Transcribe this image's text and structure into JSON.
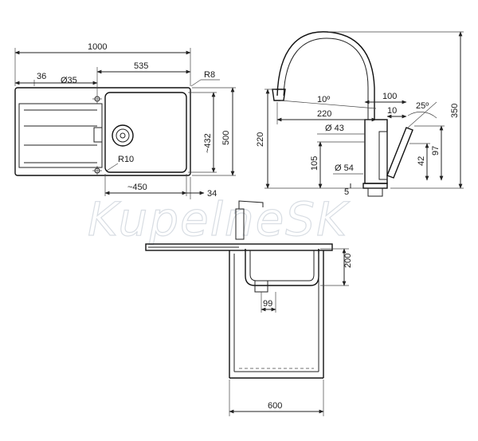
{
  "watermark": "KupelneSK",
  "sink_top": {
    "width_total": "1000",
    "bowl_width": "535",
    "offset_36": "36",
    "hole_diameter": "Ø35",
    "corner_radius_outer": "R8",
    "corner_radius_inner": "R10",
    "depth_total": "500",
    "bowl_depth": "~432",
    "bowl_inner_width": "~450",
    "offset_34": "34"
  },
  "faucet": {
    "height_total": "350",
    "spout_height": "220",
    "reach": "220",
    "angle_spout": "10º",
    "dim_100": "100",
    "dim_10": "10",
    "angle_lever": "25º",
    "body_diameter": "Ø 43",
    "lever_height": "97",
    "lever_offset": "42",
    "base_height": "105",
    "mount_diameter": "Ø 54",
    "base_5": "5"
  },
  "cabinet": {
    "bowl_depth": "200",
    "drain_offset": "99",
    "cabinet_width": "600"
  }
}
